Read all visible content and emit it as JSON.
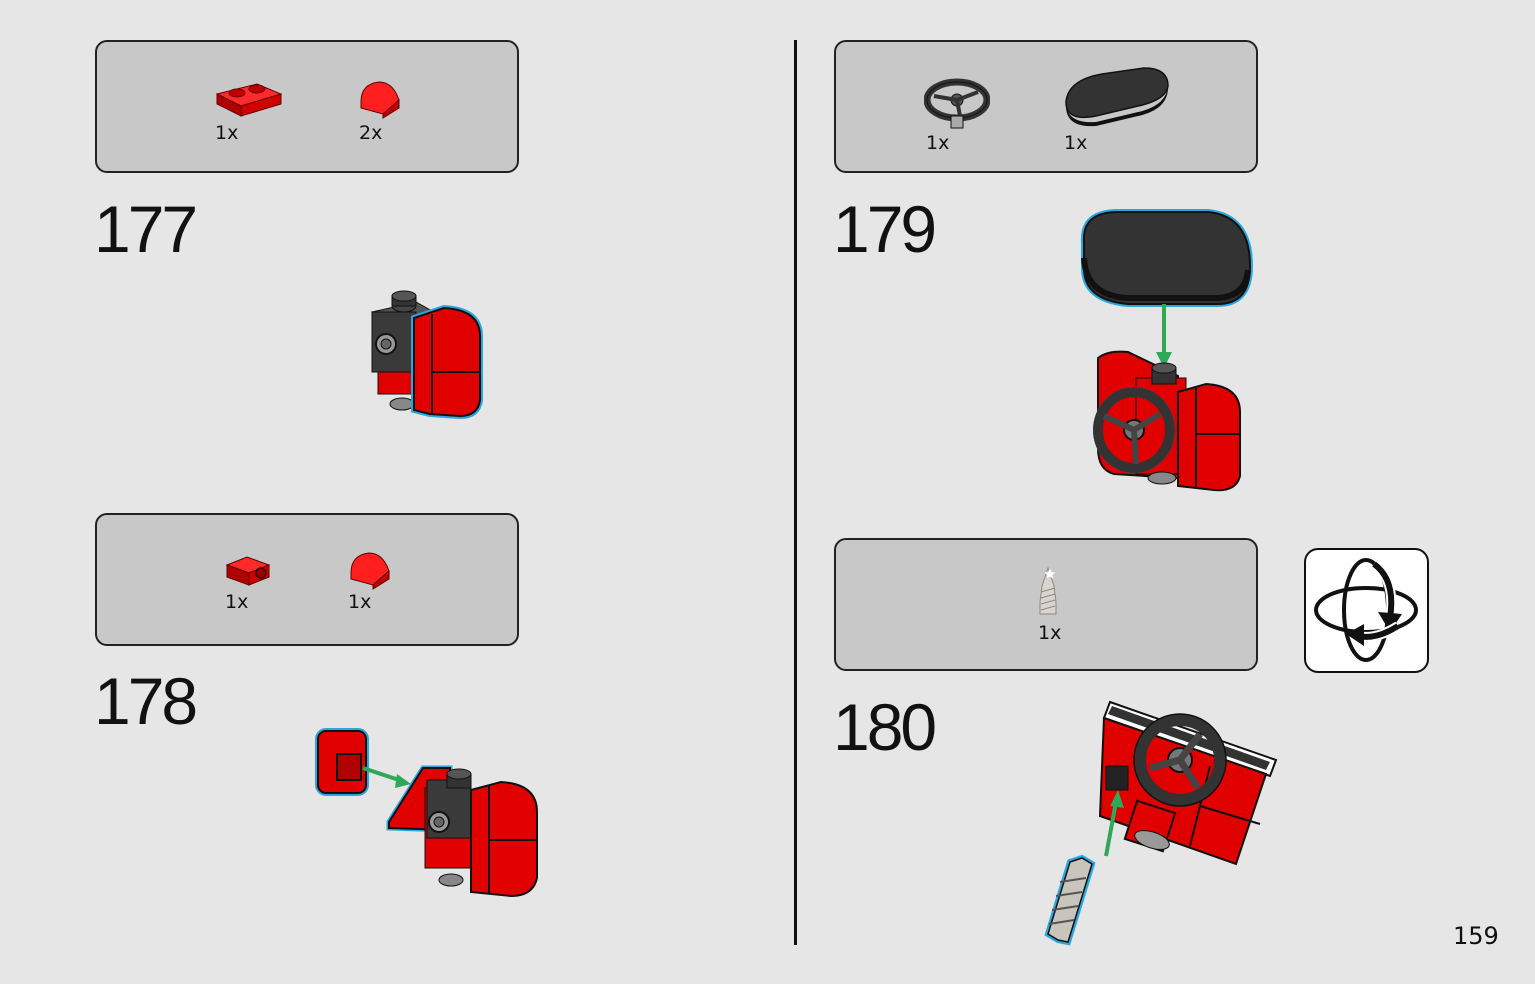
{
  "steps": [
    {
      "number": "177",
      "parts": [
        {
          "qty": "1x",
          "icon": "red-plate-1x2"
        },
        {
          "qty": "2x",
          "icon": "red-curved-slope"
        }
      ]
    },
    {
      "number": "178",
      "parts": [
        {
          "qty": "1x",
          "icon": "red-bracket"
        },
        {
          "qty": "1x",
          "icon": "red-curved-slope"
        }
      ]
    },
    {
      "number": "179",
      "parts": [
        {
          "qty": "1x",
          "icon": "steering-wheel"
        },
        {
          "qty": "1x",
          "icon": "black-round-tile"
        }
      ]
    },
    {
      "number": "180",
      "parts": [
        {
          "qty": "1x",
          "icon": "grey-cone-pin"
        }
      ]
    }
  ],
  "page_number": "159",
  "colors": {
    "red": "#e00000",
    "dark": "#333333",
    "highlight": "#2aa7e0",
    "arrow": "#2fa85a",
    "background": "#e6e6e6",
    "box": "#c8c8c8"
  },
  "icons": {
    "rotate": "rotate-model-icon"
  }
}
